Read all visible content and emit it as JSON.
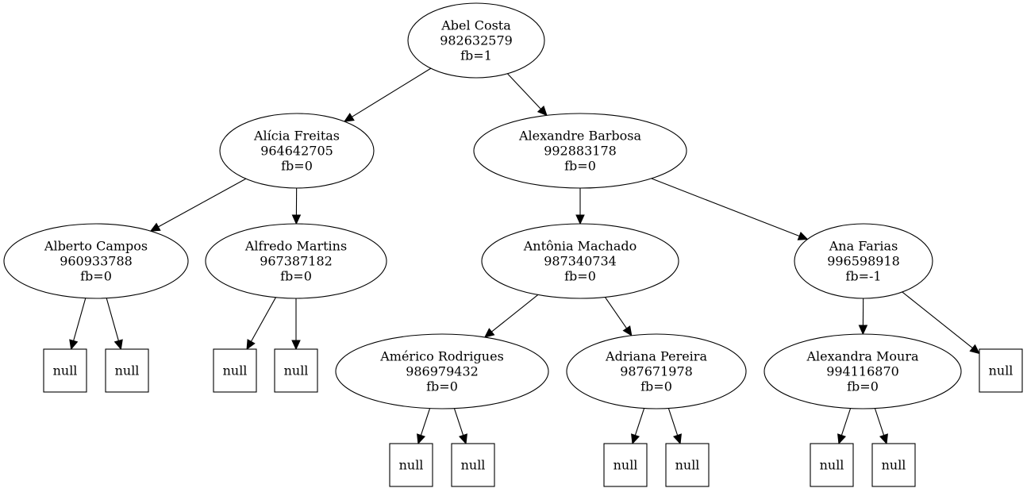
{
  "tree": {
    "root": "abel",
    "nodes": [
      {
        "id": "abel",
        "kind": "record",
        "name": "Abel Costa",
        "phone": "982632579",
        "balance": "fb=1",
        "left": "alicia",
        "right": "alexandre"
      },
      {
        "id": "alicia",
        "kind": "record",
        "name": "Alícia Freitas",
        "phone": "964642705",
        "balance": "fb=0",
        "left": "alberto",
        "right": "alfredo"
      },
      {
        "id": "alexandre",
        "kind": "record",
        "name": "Alexandre Barbosa",
        "phone": "992883178",
        "balance": "fb=0",
        "left": "antonia",
        "right": "ana"
      },
      {
        "id": "alberto",
        "kind": "record",
        "name": "Alberto Campos",
        "phone": "960933788",
        "balance": "fb=0",
        "left": "n1",
        "right": "n2"
      },
      {
        "id": "alfredo",
        "kind": "record",
        "name": "Alfredo Martins",
        "phone": "967387182",
        "balance": "fb=0",
        "left": "n3",
        "right": "n4"
      },
      {
        "id": "antonia",
        "kind": "record",
        "name": "Antônia Machado",
        "phone": "987340734",
        "balance": "fb=0",
        "left": "americo",
        "right": "adriana"
      },
      {
        "id": "ana",
        "kind": "record",
        "name": "Ana Farias",
        "phone": "996598918",
        "balance": "fb=-1",
        "left": "alexandra",
        "right": "n5"
      },
      {
        "id": "americo",
        "kind": "record",
        "name": "Américo Rodrigues",
        "phone": "986979432",
        "balance": "fb=0",
        "left": "n6",
        "right": "n7"
      },
      {
        "id": "adriana",
        "kind": "record",
        "name": "Adriana Pereira",
        "phone": "987671978",
        "balance": "fb=0",
        "left": "n8",
        "right": "n9"
      },
      {
        "id": "alexandra",
        "kind": "record",
        "name": "Alexandra Moura",
        "phone": "994116870",
        "balance": "fb=0",
        "left": "n10",
        "right": "n11"
      },
      {
        "id": "n1",
        "kind": "null",
        "label": "null"
      },
      {
        "id": "n2",
        "kind": "null",
        "label": "null"
      },
      {
        "id": "n3",
        "kind": "null",
        "label": "null"
      },
      {
        "id": "n4",
        "kind": "null",
        "label": "null"
      },
      {
        "id": "n5",
        "kind": "null",
        "label": "null"
      },
      {
        "id": "n6",
        "kind": "null",
        "label": "null"
      },
      {
        "id": "n7",
        "kind": "null",
        "label": "null"
      },
      {
        "id": "n8",
        "kind": "null",
        "label": "null"
      },
      {
        "id": "n9",
        "kind": "null",
        "label": "null"
      },
      {
        "id": "n10",
        "kind": "null",
        "label": "null"
      },
      {
        "id": "n11",
        "kind": "null",
        "label": "null"
      }
    ]
  }
}
